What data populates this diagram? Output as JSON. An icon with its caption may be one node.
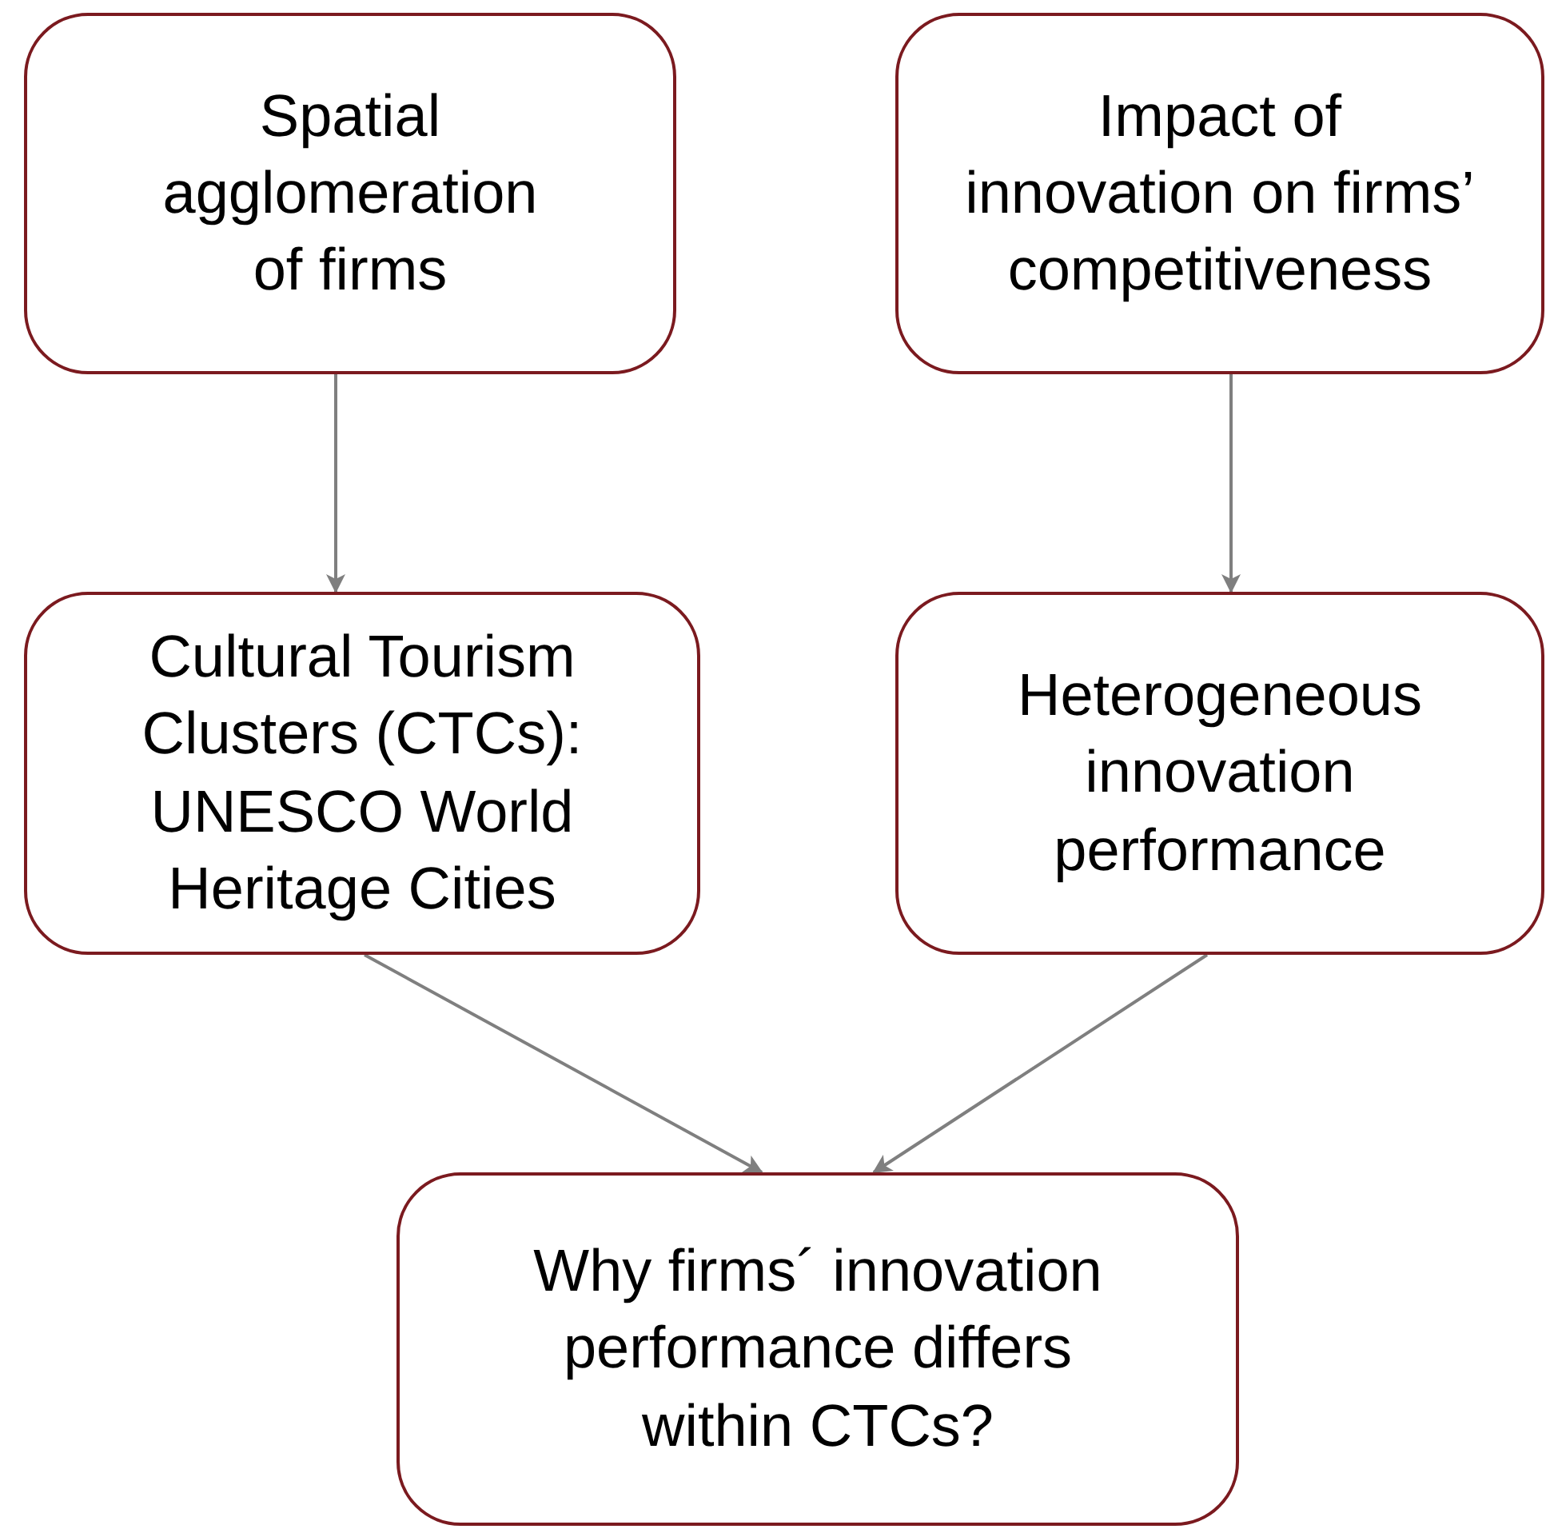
{
  "diagram": {
    "nodes": [
      {
        "text": [
          "Spatial agglomeration of firms"
        ]
      },
      {
        "text": [
          "Impact of innovation on firms’ competitiveness"
        ]
      },
      {
        "text": [
          "Cultural Tourism Clusters (CTCs): UNESCO World Heritage Cities"
        ]
      },
      {
        "text": [
          "Heterogeneous innovation performance"
        ]
      },
      {
        "text": [
          "Why firms´ innovation performance differs within CTCs?"
        ]
      }
    ],
    "edges": [
      {
        "from": 0,
        "to": 2,
        "arrow": "to"
      },
      {
        "from": 1,
        "to": 3,
        "arrow": "to"
      },
      {
        "from": 2,
        "to": 4,
        "arrow": "to"
      },
      {
        "from": 3,
        "to": 4,
        "arrow": "to"
      }
    ]
  }
}
